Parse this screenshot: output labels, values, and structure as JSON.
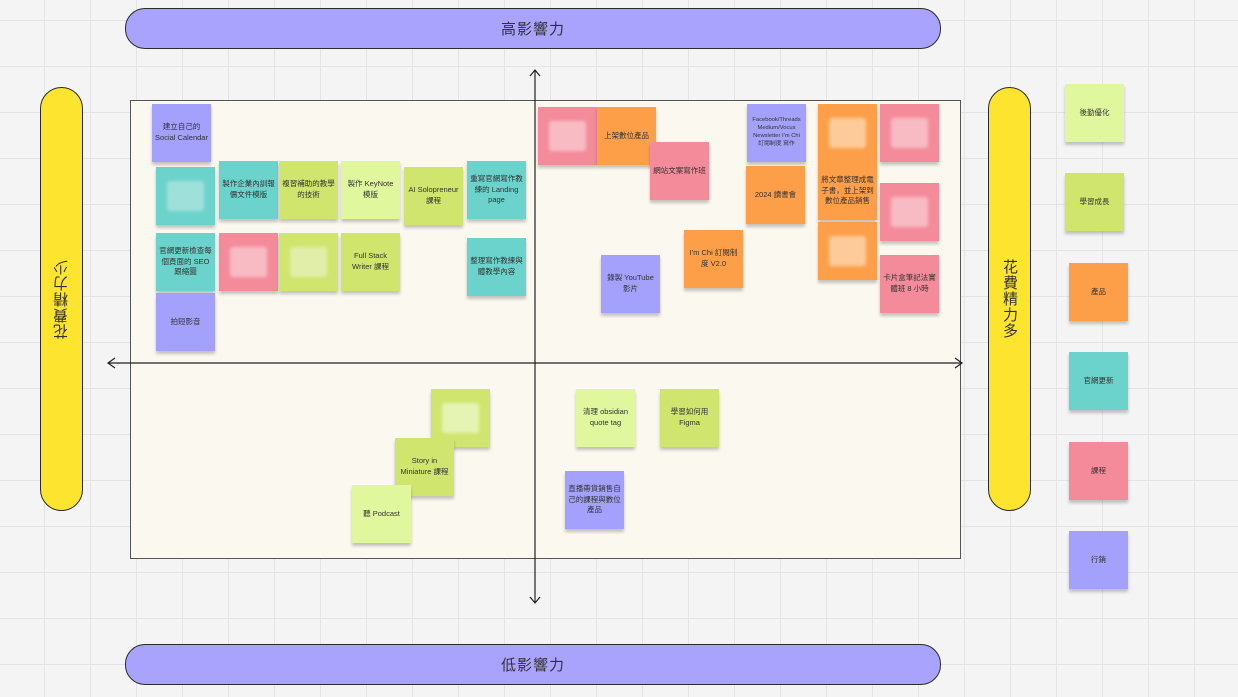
{
  "labels": {
    "top": "高影響力",
    "bottom": "低影響力",
    "left": "花費精力少",
    "right": "花費精力多"
  },
  "colors": {
    "purple": "#a3a1fb",
    "lime": "#cfe56d",
    "lime_light": "#e0f79d",
    "teal": "#6cd3cc",
    "orange": "#fd9f49",
    "pink": "#f48b9b",
    "impact_pill": "#a9a3fd",
    "effort_pill": "#fde52f"
  },
  "legend": [
    {
      "label": "後勤優化",
      "color": "lime2"
    },
    {
      "label": "學習成長",
      "color": "lime"
    },
    {
      "label": "產品",
      "color": "orange"
    },
    {
      "label": "官網更新",
      "color": "teal"
    },
    {
      "label": "課程",
      "color": "pink"
    },
    {
      "label": "行銷",
      "color": "purple"
    }
  ],
  "notes": {
    "social_calendar": "建立自己的 Social Calendar",
    "corp_doc_template": "製作企業內訓報價文件模版",
    "review_teaching": "複習補助的教學的技術",
    "keynote_template": "製作 KeyNote 模版",
    "ai_solopreneur": "AI Solopreneur 課程",
    "rewrite_landing": "重寫官網寫作教練的 Landing page",
    "seo_check": "官網更新檢查每個頁面的 SEO 跟縮圖",
    "fullstack_writer": "Full Stack Writer 課程",
    "organize_writing": "整理寫作教練與體教學內容",
    "short_video": "拍短影音",
    "digital_product": "上架數位產品",
    "website_copy": "網站文案寫作班",
    "newsletter": "Facebook/Threads Medium/Vocus Newsletter I'm Chi 訂閱制度 寫作",
    "ebook": "將文章整理成電子書，並上架到數位產品銷售",
    "reading_club": "2024 讀書會",
    "subscription_v2": "I'm Chi 訂閱制度 V2.0",
    "youtube": "錄製 YouTube 影片",
    "card_box": "卡片盒筆記法實體班 8 小時",
    "obsidian": "清理 obsidian quote tag",
    "figma": "學習如何用 Figma",
    "story_miniature": "Story in Miniature 課程",
    "podcast": "聽 Podcast",
    "live_sales": "直播帶貨銷售自己的課程與數位產品"
  }
}
